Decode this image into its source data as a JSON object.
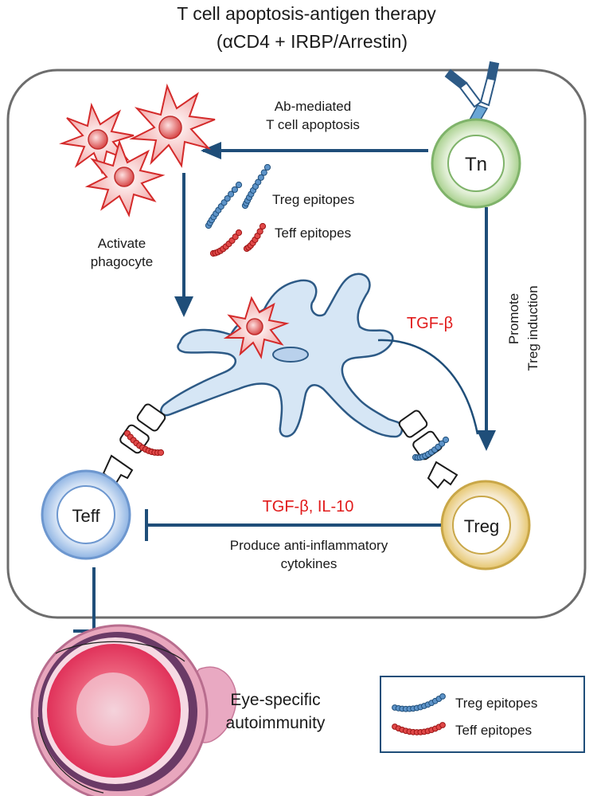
{
  "title": {
    "line1": "T cell apoptosis-antigen therapy",
    "line2": "(αCD4 + IRBP/Arrestin)"
  },
  "cells": {
    "tn": "Tn",
    "teff": "Teff",
    "treg": "Treg"
  },
  "labels": {
    "ab_mediated_1": "Ab-mediated",
    "ab_mediated_2": "T cell apoptosis",
    "treg_epitopes": "Treg epitopes",
    "teff_epitopes": "Teff epitopes",
    "activate_1": "Activate",
    "activate_2": "phagocyte",
    "tgf_beta": "TGF-β",
    "promote_1": "Promote",
    "promote_2": "Treg induction",
    "cytokines_red": "TGF-β, IL-10",
    "produce_1": "Produce anti-inflammatory",
    "produce_2": "cytokines",
    "eye_1": "Eye-specific",
    "eye_2": "autoimmunity"
  },
  "legend": {
    "treg_epitopes": "Treg epitopes",
    "teff_epitopes": "Teff epitopes"
  },
  "colors": {
    "arrow_blue": "#1f4e79",
    "text_red": "#e11b1b",
    "tn_green": "#a8d08d",
    "teff_blue": "#8fb4e3",
    "treg_yellow": "#e6c66e",
    "dc_fill": "#d6e6f5",
    "apoptotic_red": "#d42a2a"
  }
}
